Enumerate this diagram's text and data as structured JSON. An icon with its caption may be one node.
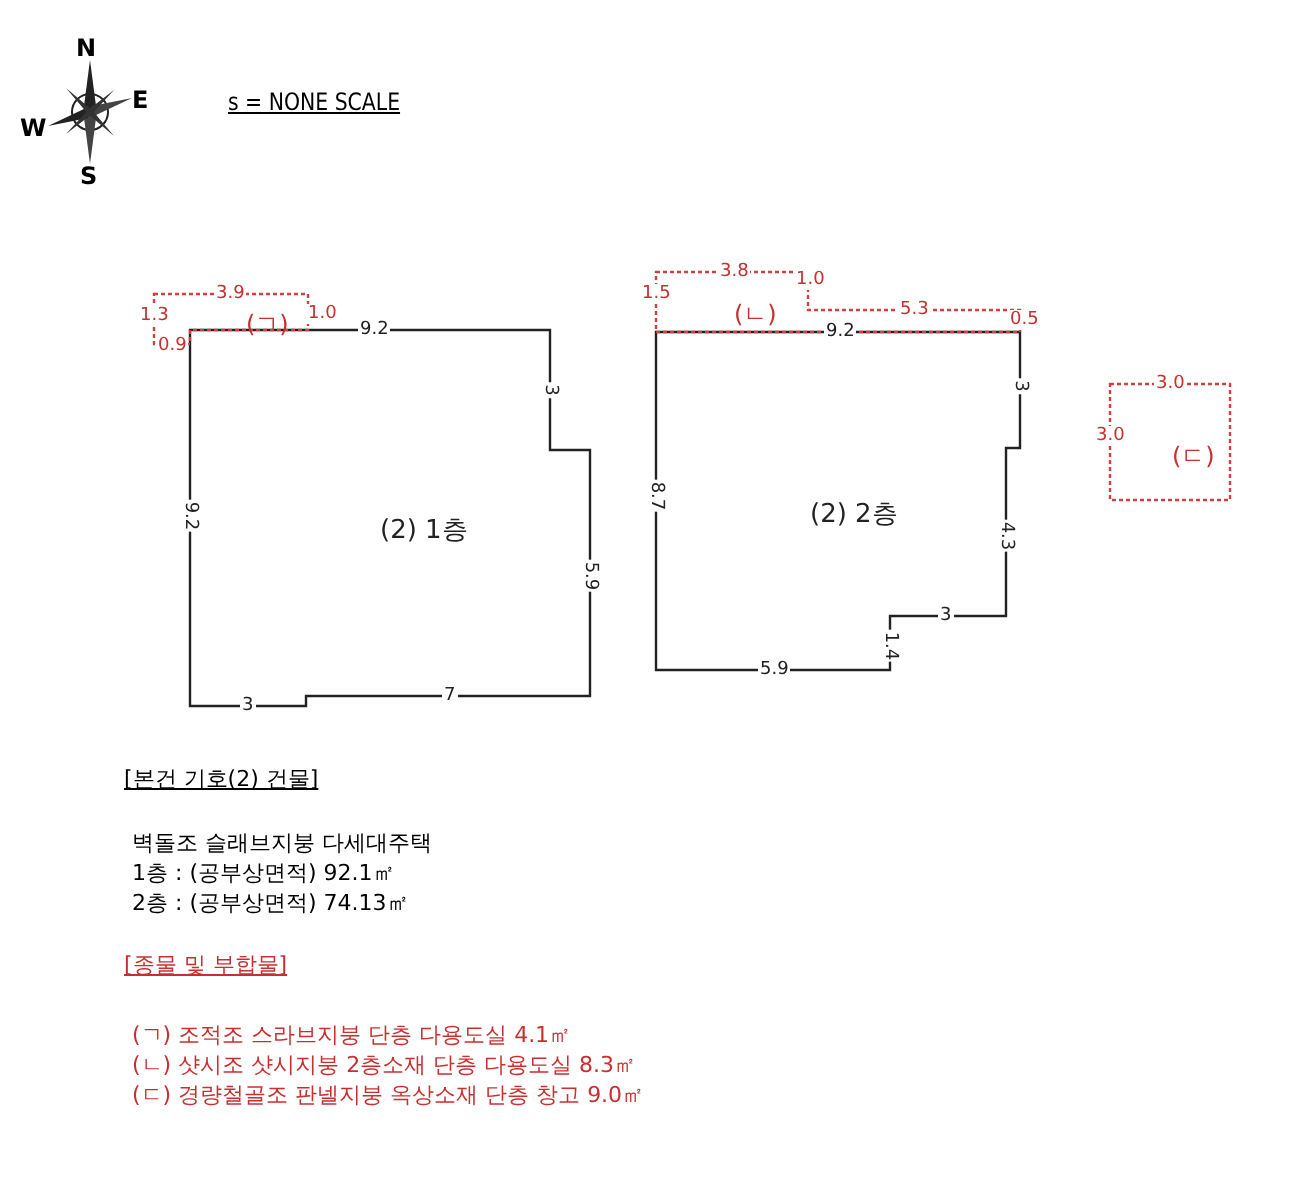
{
  "diagram": {
    "nodes": [
      {
        "text": [
          "(2) 1층"
        ]
      },
      {
        "text": [
          "(ㄱ)"
        ]
      },
      {
        "text": [
          "(2) 2층"
        ]
      },
      {
        "text": [
          "(ㄴ)"
        ]
      },
      {
        "text": [
          "(ㄷ)"
        ]
      }
    ],
    "labels": [
      "N",
      "E",
      "W",
      "S",
      "s = NONE SCALE",
      "3.9",
      "1.3",
      "1.0",
      "0.9",
      "9.2",
      "3",
      "9.2",
      "5.9",
      "3",
      "7",
      "3.8",
      "1.5",
      "1.0",
      "5.3",
      "0.5",
      "9.2",
      "3.0",
      "3.0",
      "3",
      "8.7",
      "4.3",
      "3",
      "1.4",
      "5.9",
      "[본건 기호(2) 건물]",
      "벽돌조 슬래브지붕 다세대주택",
      "1층 : (공부상면적) 92.1㎡",
      "2층 : (공부상면적) 74.13㎡",
      "[종물 및 부합물]",
      "(ㄱ) 조적조 스라브지붕 단층 다용도실 4.1㎡",
      "(ㄴ) 샷시조 샷시지붕 2층소재 단층 다용도실 8.3㎡",
      "(ㄷ) 경량철골조 판넬지붕 옥상소재 단층 창고 9.0㎡"
    ]
  }
}
